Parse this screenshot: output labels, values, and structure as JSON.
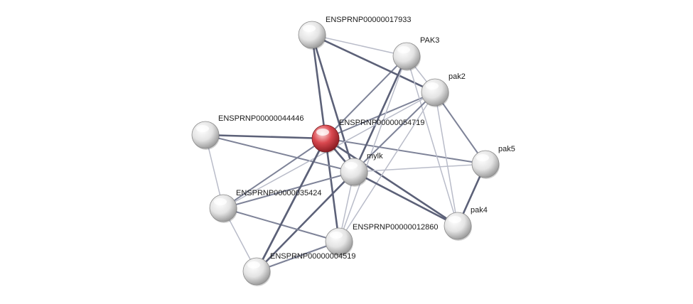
{
  "network": {
    "colors": {
      "background": "#ffffff",
      "node_default": "#e8e8e8",
      "node_query": "#d9484f",
      "edge_strong": "#5c6178",
      "edge_medium": "#7e8398",
      "edge_weak": "#b9bcc9"
    },
    "nodes": [
      {
        "id": "ENSPRNP00000054719",
        "label": "ENSPRNP00000054719",
        "query": true
      },
      {
        "id": "ENSPRNP00000017933",
        "label": "ENSPRNP00000017933",
        "query": false
      },
      {
        "id": "PAK3",
        "label": "PAK3",
        "query": false
      },
      {
        "id": "pak2",
        "label": "pak2",
        "query": false
      },
      {
        "id": "ENSPRNP00000044446",
        "label": "ENSPRNP00000044446",
        "query": false
      },
      {
        "id": "mylk",
        "label": "mylk",
        "query": false
      },
      {
        "id": "pak5",
        "label": "pak5",
        "query": false
      },
      {
        "id": "ENSPRNP00000035424",
        "label": "ENSPRNP00000035424",
        "query": false
      },
      {
        "id": "pak4",
        "label": "pak4",
        "query": false
      },
      {
        "id": "ENSPRNP00000012860",
        "label": "ENSPRNP00000012860",
        "query": false
      },
      {
        "id": "ENSPRNP00000004519",
        "label": "ENSPRNP00000004519",
        "query": false
      },
      {
        "id": "ENSPRNP00000013557",
        "label": "",
        "query": false
      }
    ],
    "edges": [
      {
        "source": "ENSPRNP00000054719",
        "target": "ENSPRNP00000017933",
        "strength": "strong"
      },
      {
        "source": "ENSPRNP00000054719",
        "target": "PAK3",
        "strength": "medium"
      },
      {
        "source": "ENSPRNP00000054719",
        "target": "pak2",
        "strength": "medium"
      },
      {
        "source": "ENSPRNP00000054719",
        "target": "ENSPRNP00000044446",
        "strength": "strong"
      },
      {
        "source": "ENSPRNP00000054719",
        "target": "mylk",
        "strength": "strong"
      },
      {
        "source": "ENSPRNP00000054719",
        "target": "pak5",
        "strength": "medium"
      },
      {
        "source": "ENSPRNP00000054719",
        "target": "ENSPRNP00000035424",
        "strength": "medium"
      },
      {
        "source": "ENSPRNP00000054719",
        "target": "ENSPRNP00000012860",
        "strength": "strong"
      },
      {
        "source": "ENSPRNP00000054719",
        "target": "ENSPRNP00000013557",
        "strength": "strong"
      },
      {
        "source": "ENSPRNP00000054719",
        "target": "pak4",
        "strength": "strong"
      },
      {
        "source": "ENSPRNP00000017933",
        "target": "PAK3",
        "strength": "weak"
      },
      {
        "source": "ENSPRNP00000017933",
        "target": "pak2",
        "strength": "strong"
      },
      {
        "source": "ENSPRNP00000017933",
        "target": "mylk",
        "strength": "strong"
      },
      {
        "source": "PAK3",
        "target": "pak2",
        "strength": "weak"
      },
      {
        "source": "PAK3",
        "target": "mylk",
        "strength": "strong"
      },
      {
        "source": "PAK3",
        "target": "pak4",
        "strength": "weak"
      },
      {
        "source": "PAK3",
        "target": "ENSPRNP00000012860",
        "strength": "weak"
      },
      {
        "source": "pak2",
        "target": "mylk",
        "strength": "medium"
      },
      {
        "source": "pak2",
        "target": "pak5",
        "strength": "medium"
      },
      {
        "source": "pak2",
        "target": "pak4",
        "strength": "weak"
      },
      {
        "source": "pak2",
        "target": "ENSPRNP00000012860",
        "strength": "weak"
      },
      {
        "source": "ENSPRNP00000044446",
        "target": "mylk",
        "strength": "medium"
      },
      {
        "source": "ENSPRNP00000044446",
        "target": "ENSPRNP00000035424",
        "strength": "weak"
      },
      {
        "source": "mylk",
        "target": "pak5",
        "strength": "weak"
      },
      {
        "source": "mylk",
        "target": "pak4",
        "strength": "strong"
      },
      {
        "source": "mylk",
        "target": "ENSPRNP00000035424",
        "strength": "medium"
      },
      {
        "source": "mylk",
        "target": "ENSPRNP00000012860",
        "strength": "weak"
      },
      {
        "source": "mylk",
        "target": "ENSPRNP00000013557",
        "strength": "strong"
      },
      {
        "source": "pak5",
        "target": "pak4",
        "strength": "strong"
      },
      {
        "source": "ENSPRNP00000035424",
        "target": "pak2",
        "strength": "weak"
      },
      {
        "source": "ENSPRNP00000035424",
        "target": "ENSPRNP00000012860",
        "strength": "medium"
      },
      {
        "source": "ENSPRNP00000035424",
        "target": "ENSPRNP00000004519",
        "strength": "weak"
      },
      {
        "source": "ENSPRNP00000012860",
        "target": "ENSPRNP00000004519",
        "strength": "medium"
      },
      {
        "source": "ENSPRNP00000012860",
        "target": "ENSPRNP00000013557",
        "strength": "medium"
      },
      {
        "source": "ENSPRNP00000004519",
        "target": "ENSPRNP00000013557",
        "strength": "medium"
      },
      {
        "source": "ENSPRNP00000004519",
        "target": "ENSPRNP00000054719",
        "strength": "strong"
      }
    ]
  }
}
